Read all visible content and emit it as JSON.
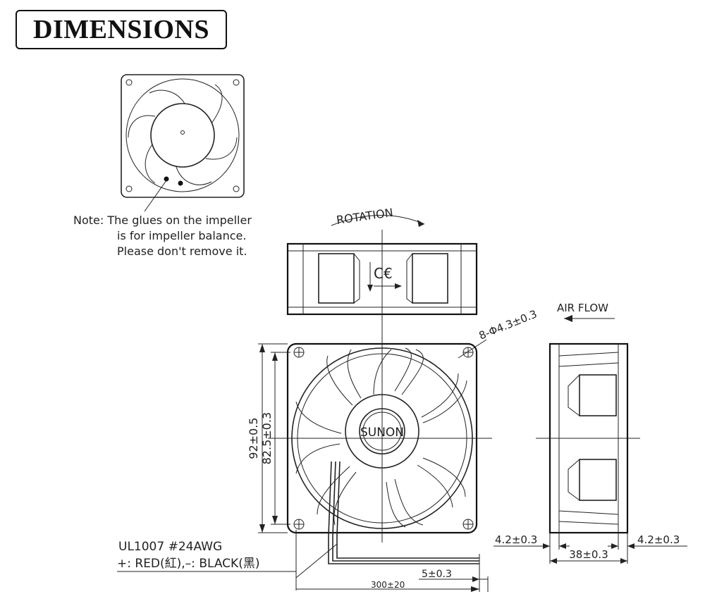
{
  "title": "DIMENSIONS",
  "note": {
    "line1": "Note: The glues on the impeller",
    "line2": "is for impeller balance.",
    "line3": "Please don't remove it."
  },
  "labels": {
    "rotation": "ROTATION",
    "air_flow": "AIR FLOW",
    "mount_holes": "8-Φ4.3±0.3",
    "brand": "SUNON",
    "height_outer": "92±0.5",
    "height_inner": "82.5±0.3",
    "cable_spec": "UL1007  #24AWG",
    "wire_colors": "+: RED(紅),–: BLACK(黑)",
    "strip_length": "5±0.3",
    "cable_length": "300±20",
    "rib_left": "4.2±0.3",
    "rib_right": "4.2±0.3",
    "depth": "38±0.3"
  }
}
